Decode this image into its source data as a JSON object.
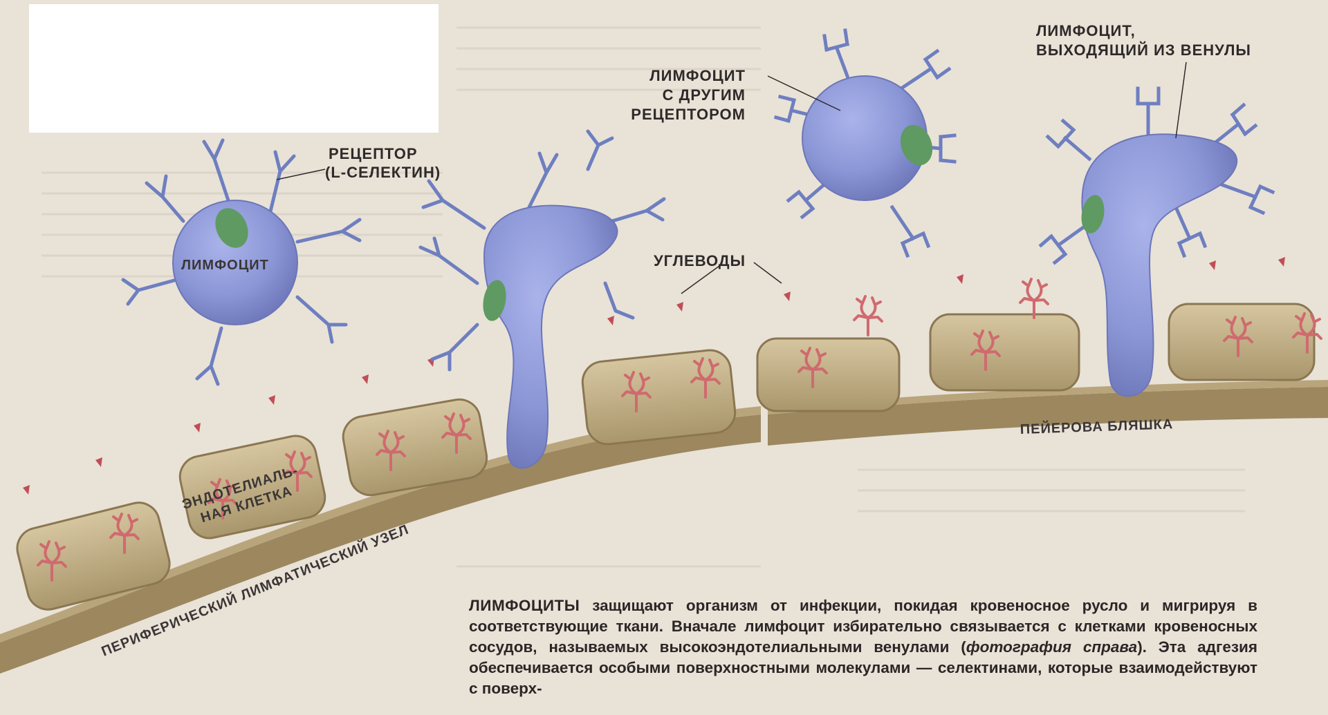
{
  "labels": {
    "receptor": [
      "РЕЦЕПТОР",
      "(L-СЕЛЕКТИН)"
    ],
    "lymphocyte": "ЛИМФОЦИТ",
    "other_receptor": [
      "ЛИМФОЦИТ",
      "С ДРУГИМ",
      "РЕЦЕПТОРОМ"
    ],
    "leaving": [
      "ЛИМФОЦИТ,",
      "ВЫХОДЯЩИЙ ИЗ ВЕНУЛЫ"
    ],
    "carbohydrates": "УГЛЕВОДЫ",
    "endothelial": [
      "ЭНДОТЕЛИАЛЬ-",
      "НАЯ КЛЕТКА"
    ],
    "node": "ПЕРИФЕРИЧЕСКИЙ ЛИМФАТИЧЕСКИЙ УЗЕЛ",
    "peyer": "ПЕЙЕРОВА БЛЯШКА"
  },
  "caption": {
    "lead": "ЛИМФОЦИТЫ",
    "part1": " защищают организм от инфекции, покидая кровеносное русло и мигрируя в соответствующие ткани. Вначале лимфоцит избирательно связывается с клетками кровеносных сосудов, называемых высокоэндотелиальными венулами (",
    "italic": "фотография справа",
    "part2": "). Эта адгезия обеспечивается особыми поверхностными молекулами — селектинами, которые взаимодействуют с поверх-"
  },
  "colors": {
    "background": "#e9e2d7",
    "lymphocyte": "#8b96d6",
    "nucleus": "#5f9a62",
    "receptor": "#6e7fc0",
    "carbohydrate": "#cf6a6e",
    "endothelial_cell": "#c2b088",
    "vessel_wall": "#9c875f"
  }
}
